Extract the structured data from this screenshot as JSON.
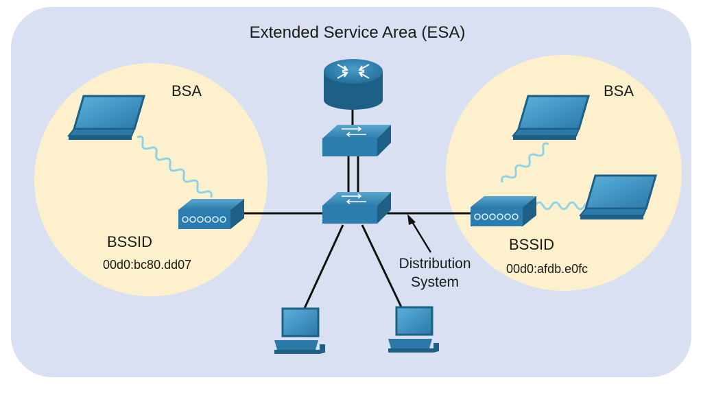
{
  "diagram": {
    "title": "Extended Service Area (ESA)",
    "left_bss": {
      "label": "BSA",
      "bssid_label": "BSSID",
      "bssid_value": "00d0:bc80.dd07"
    },
    "right_bss": {
      "label": "BSA",
      "bssid_label": "BSSID",
      "bssid_value": "00d0:afdb.e0fc"
    },
    "distribution_label_line1": "Distribution",
    "distribution_label_line2": "System",
    "colors": {
      "esa_background": "#d9e0f2",
      "bsa_fill": "#fdf0cd",
      "device_blue": "#2f7fae",
      "device_dark": "#1e5f86",
      "wireless": "#8fd3e8",
      "cable": "#111111"
    }
  }
}
